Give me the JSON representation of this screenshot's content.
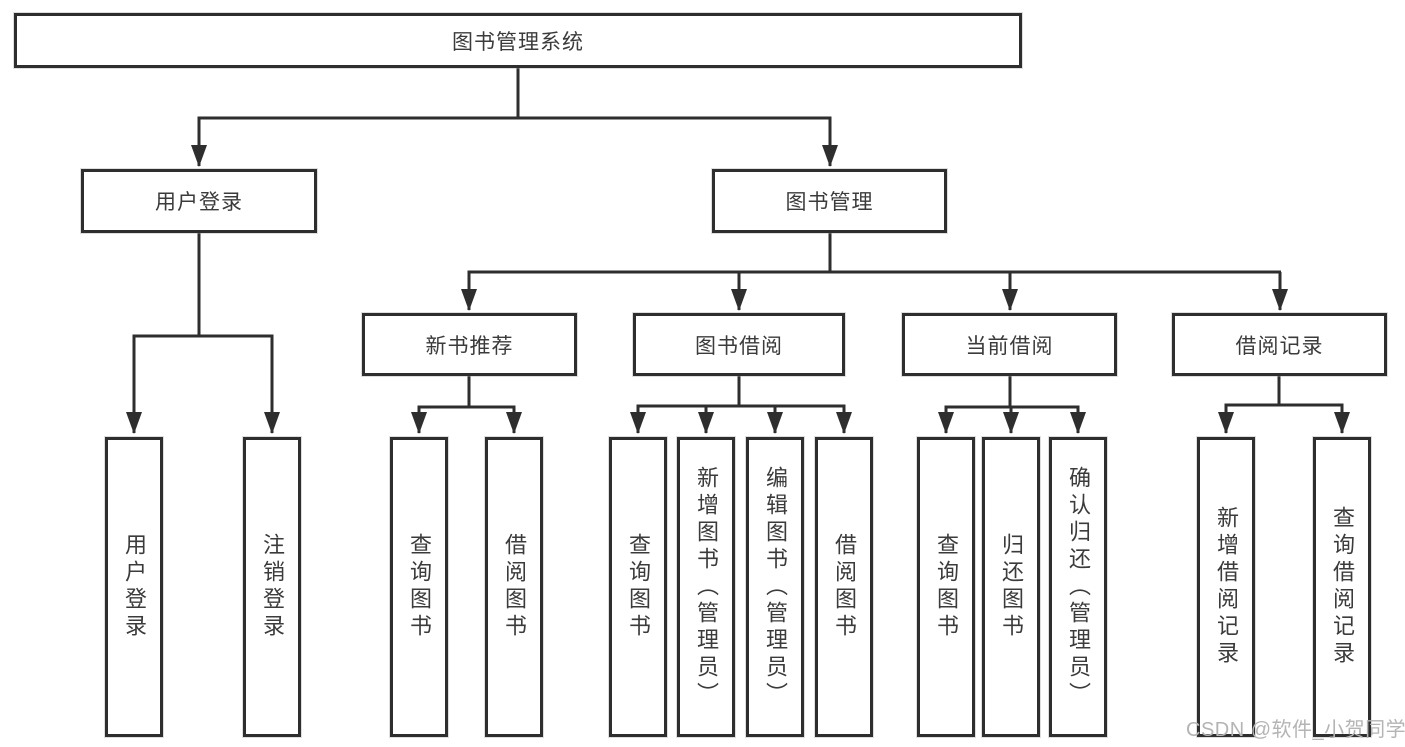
{
  "title": "图书管理系统",
  "level2": {
    "left": "用户登录",
    "right": "图书管理"
  },
  "level3": [
    "新书推荐",
    "图书借阅",
    "当前借阅",
    "借阅记录"
  ],
  "leaves": {
    "login": [
      "用户登录",
      "注销登录"
    ],
    "newbooks": [
      "查询图书",
      "借阅图书"
    ],
    "borrow": [
      "查询图书",
      "新增图书（管理员）",
      "编辑图书（管理员）",
      "借阅图书"
    ],
    "current": [
      "查询图书",
      "归还图书",
      "确认归还（管理员）"
    ],
    "records": [
      "新增借阅记录",
      "查询借阅记录"
    ]
  },
  "watermark": "CSDN @软件_小贺同学",
  "colors": {
    "line": "#2e2e2e",
    "text": "#3b3b3b",
    "watermark": "#b4b4b4",
    "background": "#ffffff"
  }
}
